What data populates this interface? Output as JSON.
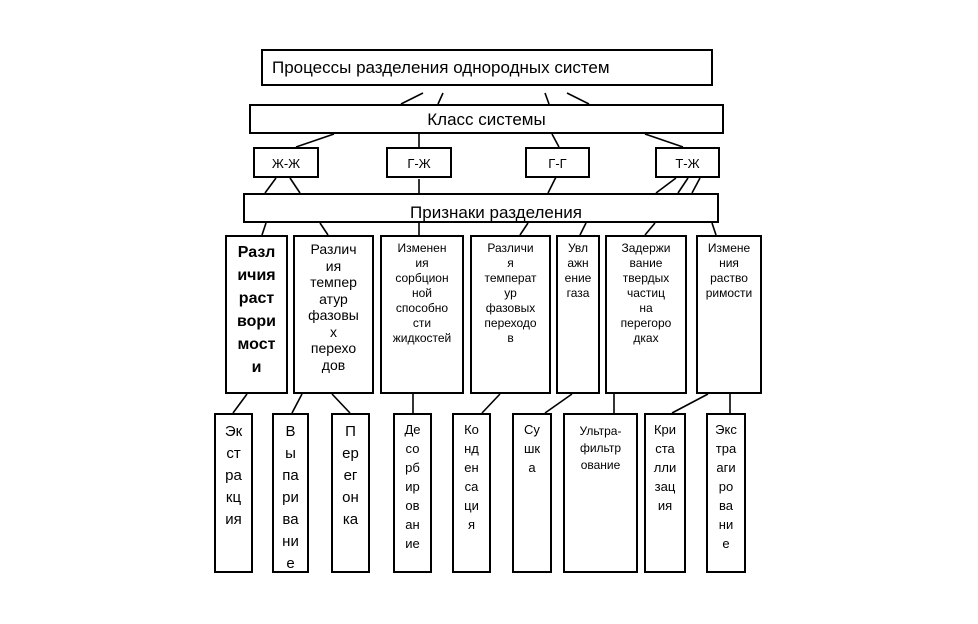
{
  "diagram": {
    "title": "Процессы разделения однородных систем",
    "system_class": "Класс системы",
    "systems": [
      "Ж-Ж",
      "Г-Ж",
      "Г-Г",
      "Т-Ж"
    ],
    "criteria_header": "Признаки разделения",
    "criteria": [
      "Разл\nичия\nраст\nвори\nмост\nи",
      "Различ\nия\nтемпер\nатур\nфазовы\nх\nперехо\nдов",
      "Изменен\nия\nсорбцион\nной\nспособно\nсти\nжидкостей",
      "Различи\nя\nтемперат\nур\nфазовых\nпереходо\nв",
      "Увл\nажн\nение\nгаза",
      "Задержи\nвание\nтвердых\nчастиц\nна\nперегоро\nдках",
      "Измене\nния\nраство\nримости"
    ],
    "methods": [
      "Эк\nст\nра\nкц\nия",
      "В\nы\nпа\nри\nва\nни\nе",
      "П\nер\nег\nон\nка",
      "Де\nсо\nрб\nир\nов\nан\nие",
      "Ко\nнд\nен\nса\nци\nя",
      "Су\nшк\nа",
      "Ультра-\nфильтр\nование",
      "Кри\nста\nлли\nзац\nия",
      "Экс\nтра\nаги\nро\nва\nни\nе"
    ]
  }
}
